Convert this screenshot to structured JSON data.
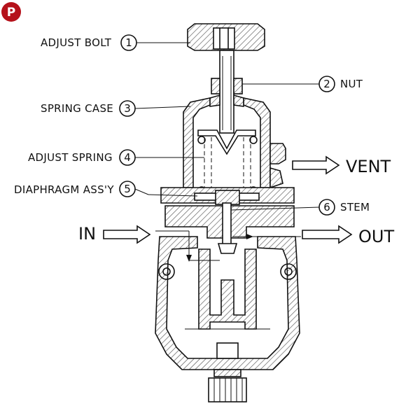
{
  "logo": {
    "letter": "P",
    "color": "#b5121b"
  },
  "parts": [
    {
      "number": "1",
      "label": "ADJUST BOLT"
    },
    {
      "number": "2",
      "label": "NUT"
    },
    {
      "number": "3",
      "label": "SPRING CASE"
    },
    {
      "number": "4",
      "label": "ADJUST SPRING"
    },
    {
      "number": "5",
      "label": "DIAPHRAGM ASS'Y"
    },
    {
      "number": "6",
      "label": "STEM"
    }
  ],
  "flows": {
    "vent": "VENT",
    "in": "IN",
    "out": "OUT"
  }
}
